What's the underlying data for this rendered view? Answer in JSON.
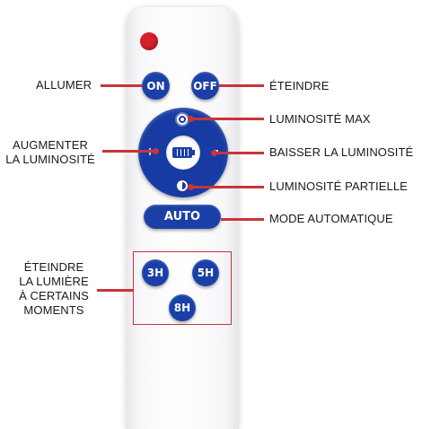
{
  "remote": {
    "buttons": {
      "on": "ON",
      "off": "OFF",
      "auto": "AUTO",
      "plus": "+",
      "minus": "-",
      "timer_3h": "3H",
      "timer_5h": "5H",
      "timer_8h": "8H"
    },
    "icons": {
      "led": "red-led-indicator",
      "max_brightness": "sun-icon",
      "partial_brightness": "half-sun-icon",
      "battery": "battery-icon"
    }
  },
  "labels": {
    "allumer": "ALLUMER",
    "eteindre": "ÉTEINDRE",
    "luminosite_max": "LUMINOSITÉ MAX",
    "augmenter_line1": "AUGMENTER",
    "augmenter_line2": "LA LUMINOSITÉ",
    "baisser": "BAISSER LA LUMINOSITÉ",
    "luminosite_partielle": "LUMINOSITÉ PARTIELLE",
    "mode_auto": "MODE AUTOMATIQUE",
    "eteindre_timer_line1": "ÉTEINDRE",
    "eteindre_timer_line2": "LA LUMIÈRE",
    "eteindre_timer_line3": "À CERTAINS",
    "eteindre_timer_line4": "MOMENTS"
  },
  "colors": {
    "button_blue": "#1a3fa6",
    "callout_red": "#c8343a",
    "led_red": "#d8202a"
  }
}
